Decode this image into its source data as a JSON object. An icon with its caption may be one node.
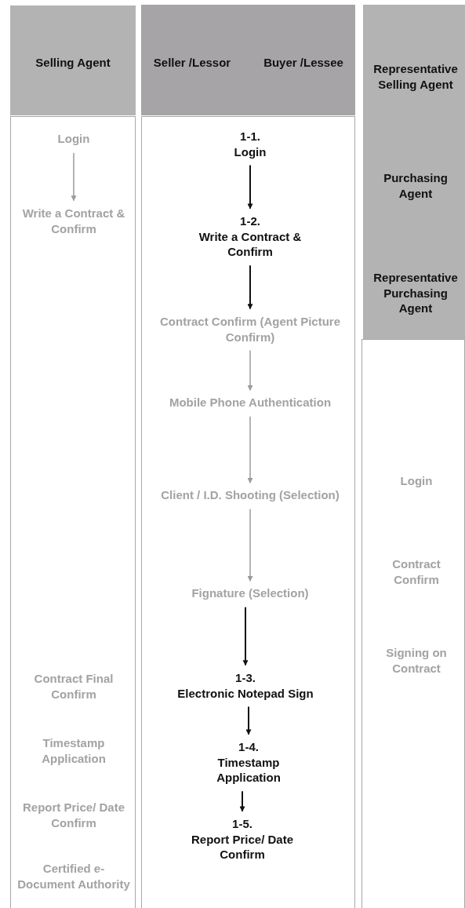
{
  "diagram": {
    "nodes": [
      {
        "text": [
          "Selling Agent"
        ]
      },
      {
        "text": [
          "Seller /Lessor",
          "Buyer /Lessee"
        ]
      },
      {
        "text": [
          "Representative Selling Agent",
          "Purchasing Agent",
          "Representative Purchasing Agent"
        ]
      },
      {
        "text": [],
        "shape": "box"
      },
      {
        "text": [],
        "shape": "box"
      },
      {
        "text": [],
        "shape": "box"
      },
      {
        "text": [
          "Login"
        ],
        "in": 3
      },
      {
        "text": [
          "Write a Contract & Confirm"
        ],
        "in": 3
      },
      {
        "text": [
          "Contract Final Confirm"
        ],
        "in": 3
      },
      {
        "text": [
          "Timestamp Application"
        ],
        "in": 3
      },
      {
        "text": [
          "Report Price/ Date Confirm"
        ],
        "in": 3
      },
      {
        "text": [
          "Certified e-Document Authority"
        ],
        "in": 3
      },
      {
        "text": [
          "1-1.",
          "Login"
        ],
        "in": 4
      },
      {
        "text": [
          "1-2.",
          "Write a Contract & Confirm"
        ],
        "in": 4
      },
      {
        "text": [
          "Contract Confirm (Agent Picture Confirm)"
        ],
        "in": 4
      },
      {
        "text": [
          "Mobile Phone Authentication"
        ],
        "in": 4
      },
      {
        "text": [
          "Client / I.D. Shooting (Selection)"
        ],
        "in": 4
      },
      {
        "text": [
          "Fignature (Selection)"
        ],
        "in": 4
      },
      {
        "text": [
          "1-3.",
          "Electronic Notepad Sign"
        ],
        "in": 4
      },
      {
        "text": [
          "1-4.",
          "Timestamp Application"
        ],
        "in": 4
      },
      {
        "text": [
          "1-5.",
          "Report Price/ Date Confirm"
        ],
        "in": 4
      },
      {
        "text": [
          "Login"
        ],
        "in": 5
      },
      {
        "text": [
          "Contract Confirm"
        ],
        "in": 5
      },
      {
        "text": [
          "Signing on Contract"
        ],
        "in": 5
      }
    ],
    "edges": [
      {
        "from": 6,
        "to": 7,
        "arrow": "to",
        "color": "#9b9b9b"
      },
      {
        "from": 12,
        "to": 13,
        "arrow": "to"
      },
      {
        "from": 13,
        "to": 14,
        "arrow": "to"
      },
      {
        "from": 14,
        "to": 15,
        "arrow": "to",
        "color": "#9b9b9b"
      },
      {
        "from": 15,
        "to": 16,
        "arrow": "to",
        "color": "#9b9b9b"
      },
      {
        "from": 16,
        "to": 17,
        "arrow": "to",
        "color": "#9b9b9b"
      },
      {
        "from": 17,
        "to": 18,
        "arrow": "to"
      },
      {
        "from": 18,
        "to": 19,
        "arrow": "to"
      },
      {
        "from": 19,
        "to": 20,
        "arrow": "to"
      }
    ]
  }
}
